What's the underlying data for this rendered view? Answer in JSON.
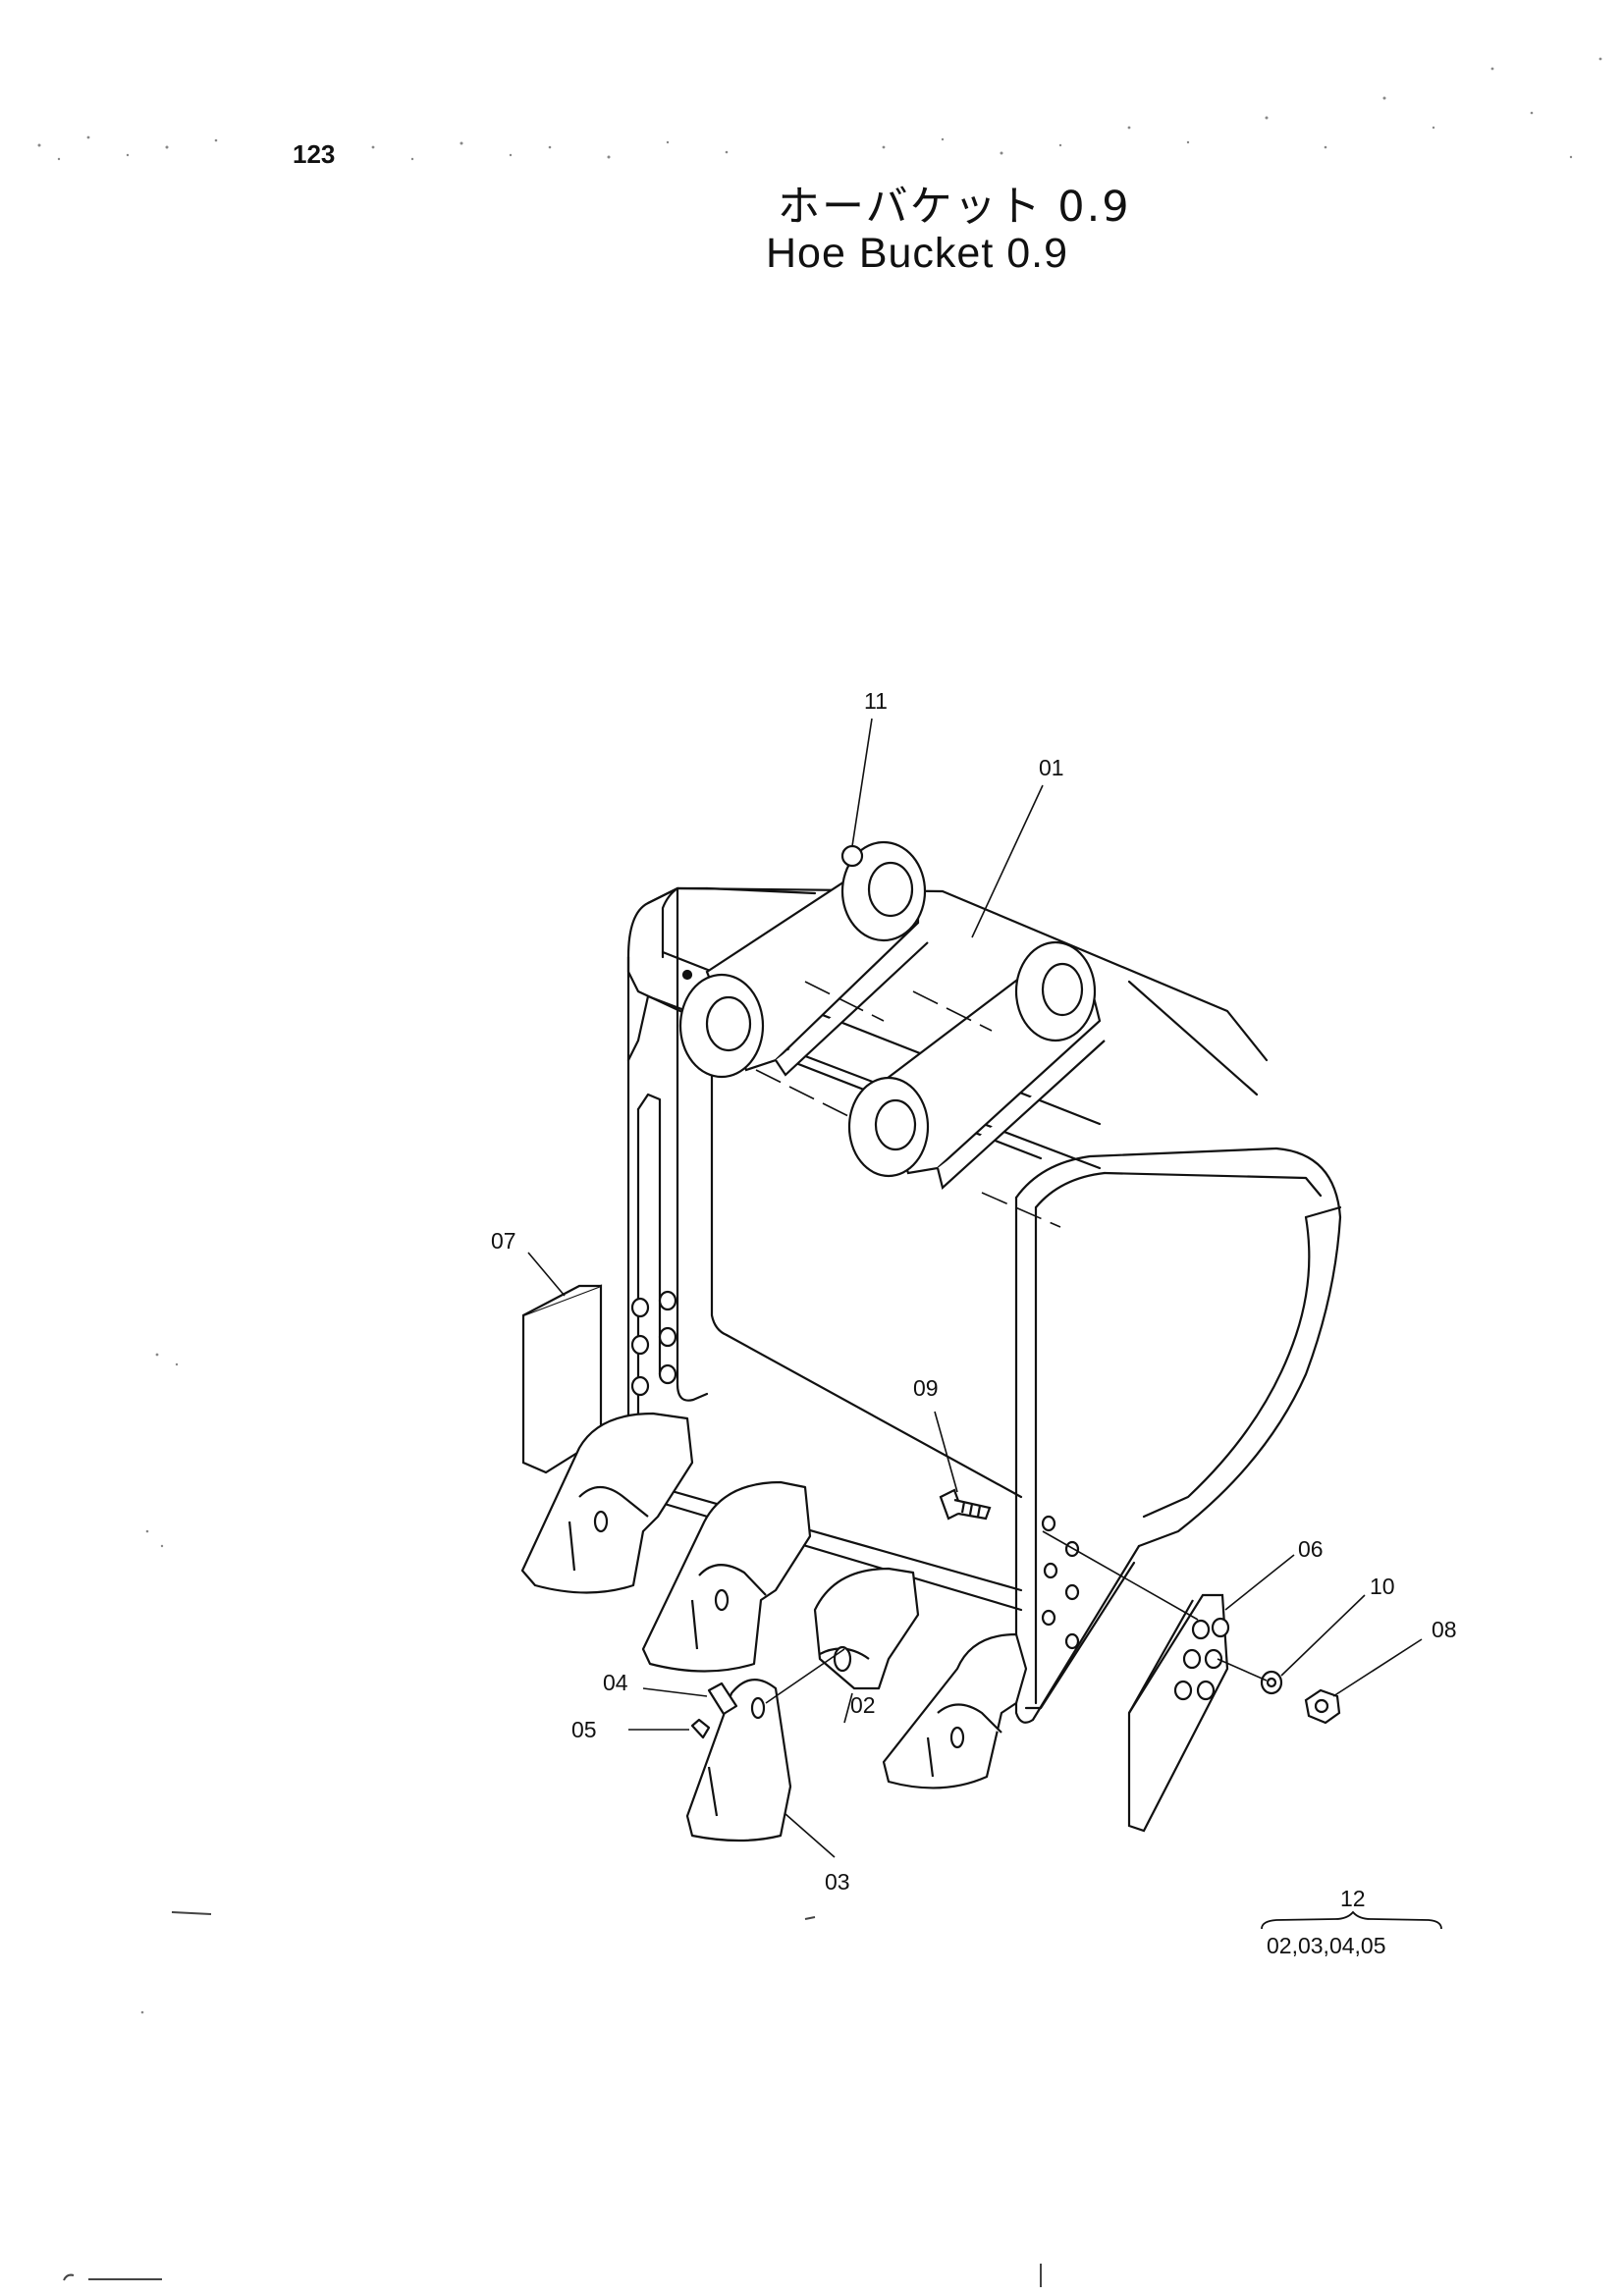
{
  "page_number": "123",
  "title": {
    "japanese": "ホーバケット 0.9",
    "english": "Hoe Bucket 0.9"
  },
  "part_labels": {
    "p01": "01",
    "p02": "02",
    "p03": "03",
    "p04": "04",
    "p05": "05",
    "p06": "06",
    "p07": "07",
    "p08": "08",
    "p09": "09",
    "p10": "10",
    "p11": "11",
    "p12": "12"
  },
  "assembly_note": {
    "number": "12",
    "includes": "02,03,04,05"
  }
}
